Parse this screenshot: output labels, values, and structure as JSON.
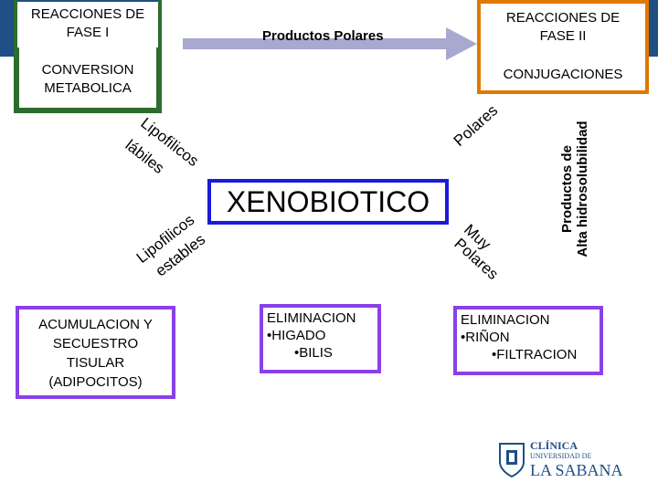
{
  "phase1": {
    "title": "REACCIONES DE FASE I",
    "line1": "REACCIONES DE",
    "line2": "FASE I"
  },
  "phase2": {
    "line1": "REACCIONES DE",
    "line2": "FASE II"
  },
  "top_arrow_label": "Productos Polares",
  "conversion": {
    "line1": "CONVERSION",
    "line2": "METABOLICA"
  },
  "conjugaciones": "CONJUGACIONES",
  "center": "XENOBIOTICO",
  "diag": {
    "lipofilicos_labiles": [
      "L",
      "i",
      "p",
      "o",
      "f",
      "i",
      "l",
      "i",
      "c",
      "o",
      "s"
    ],
    "labiles": [
      "l",
      "á",
      "b",
      "i",
      "l",
      "e",
      "s"
    ],
    "polares": [
      "P",
      "o",
      "l",
      "a",
      "r",
      "e",
      "s"
    ],
    "lipofilicos": [
      "L",
      "i",
      "p",
      "o",
      "f",
      "i",
      "l",
      "i",
      "c",
      "o",
      "s"
    ],
    "estables": [
      "e",
      "s",
      "t",
      "a",
      "b",
      "l",
      "e",
      "s"
    ],
    "muy": [
      "M",
      "u",
      "y"
    ],
    "muy_polares": [
      "P",
      "o",
      "l",
      "a",
      "r",
      "e",
      "s"
    ]
  },
  "vertical": {
    "line1": "Productos de",
    "line2": "Alta hidrosolubilidad"
  },
  "acumulacion": [
    "ACUMULACION Y",
    "SECUESTRO",
    "TISULAR",
    "(ADIPOCITOS)"
  ],
  "elim_higado": {
    "title": "ELIMINACION",
    "b1": "•HIGADO",
    "b2": "•BILIS"
  },
  "elim_rinon": {
    "title": "ELIMINACION",
    "b1": "•RIÑON",
    "b2": "•FILTRACION"
  },
  "logo": {
    "line1": "CLÍNICA",
    "line2": "UNIVERSIDAD DE",
    "line3": "LA SABANA"
  },
  "colors": {
    "background": "#1f4f84",
    "green": "#2e6b2e",
    "orange": "#e07800",
    "purple": "#8a40e8",
    "blue_border": "#1a1ad8",
    "arrow": "#a0a0c8"
  }
}
